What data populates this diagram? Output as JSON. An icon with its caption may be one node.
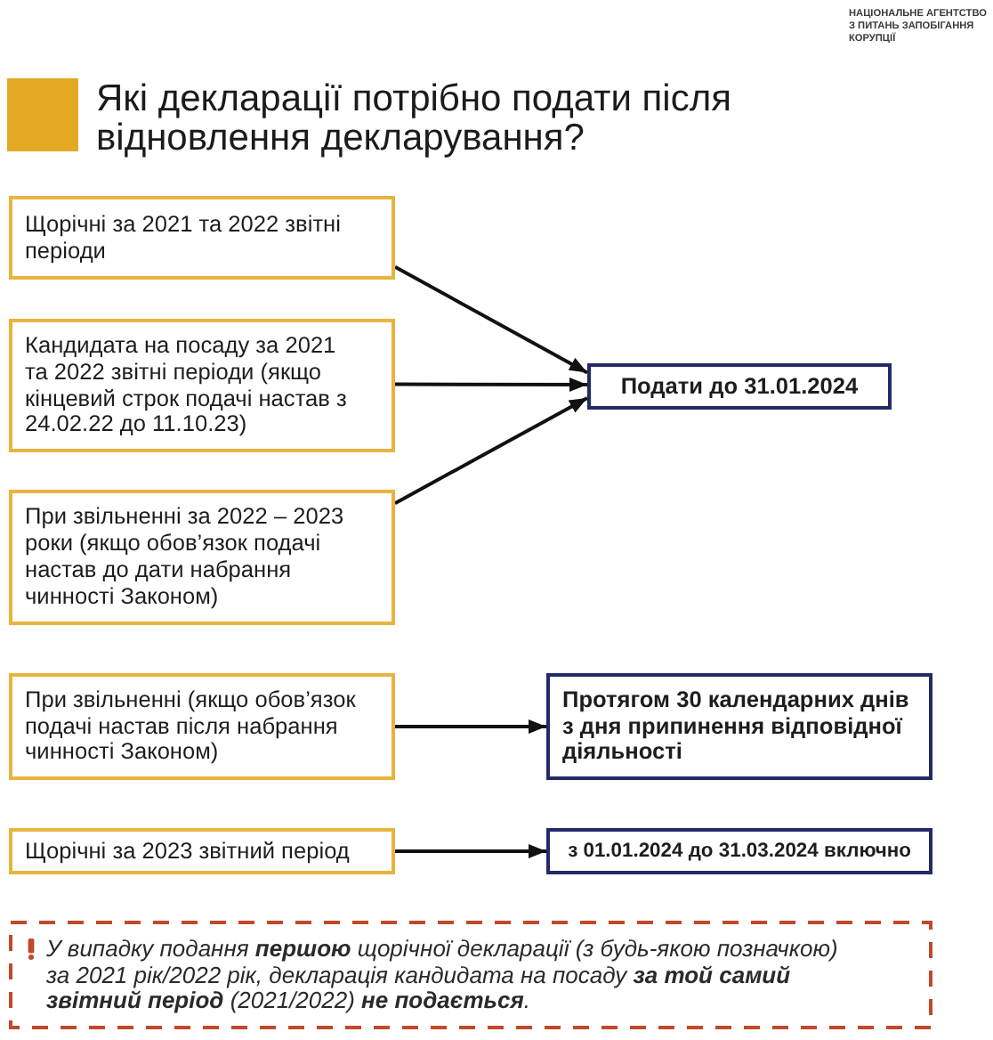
{
  "diagram": {
    "title": "Які декларації потрібно подати після відновлення декларування?",
    "nodes": [
      {
        "text": [
          "Щорічні за 2021 та 2022 звітні періоди"
        ]
      },
      {
        "text": [
          "Кандидата на посаду за 2021 та 2022 звітні періоди (якщо кінцевий строк подачі настав з 24.02.22 до 11.10.23)"
        ]
      },
      {
        "text": [
          "При звільненні за 2022 – 2023 роки (якщо обов’язок подачі настав до дати набрання чинності Законом)"
        ]
      },
      {
        "text": [
          "Подати до 31.01.2024"
        ]
      },
      {
        "text": [
          "При звільненні (якщо обов’язок подачі настав після набрання чинності Законом)"
        ]
      },
      {
        "text": [
          "Протягом 30 календарних днів з дня припинення відповідної діяльності"
        ]
      },
      {
        "text": [
          "Щорічні за 2023 звітний період"
        ]
      },
      {
        "text": [
          "з 01.01.2024 до 31.03.2024 включно"
        ]
      },
      {
        "text": [
          "У випадку подання **першою** щорічної декларації (з будь-якою позначкою) за 2021 рік/2022 рік, декларація кандидата на посаду **за той самий звітний період** (2021/2022) **не подається**."
        ]
      }
    ],
    "edges": [
      {
        "from": 0,
        "to": 3,
        "arrow": "to"
      },
      {
        "from": 1,
        "to": 3,
        "arrow": "to"
      },
      {
        "from": 2,
        "to": 3,
        "arrow": "to"
      },
      {
        "from": 4,
        "to": 5,
        "arrow": "to"
      },
      {
        "from": 6,
        "to": 7,
        "arrow": "to"
      }
    ],
    "labels": [
      "НАЦІОНАЛЬНЕ АГЕНТСТВО З ПИТАНЬ ЗАПОБІГАННЯ КОРУПЦІЇ"
    ]
  }
}
